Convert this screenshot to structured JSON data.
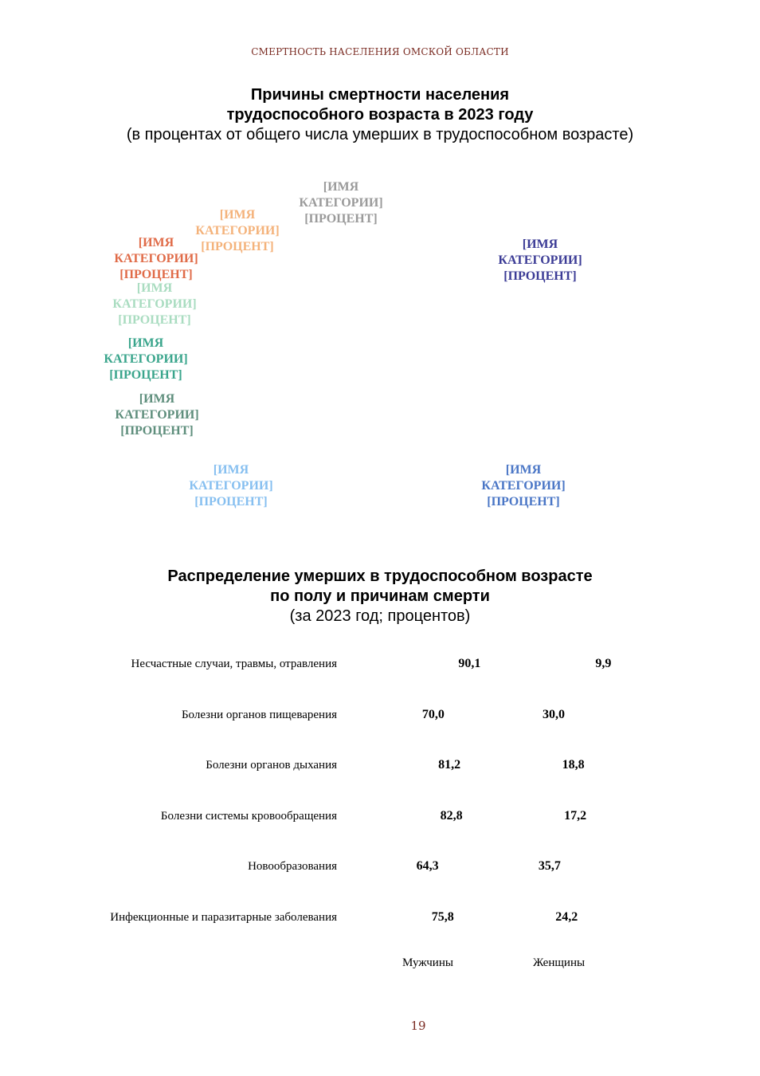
{
  "header": {
    "running_title": "СМЕРТНОСТЬ НАСЕЛЕНИЯ ОМСКОЙ ОБЛАСТИ"
  },
  "chart_data": [
    {
      "type": "pie",
      "title": "Причины смертности населения трудоспособного возраста в 2023 году",
      "title_lines": [
        "Причины смертности населения",
        "трудоспособного возраста в 2023 году"
      ],
      "subtitle": "(в процентах от общего числа умерших в трудоспособном возрасте)",
      "labels": [
        {
          "text": "[ИМЯ\nКАТЕГОРИИ]\n[ПРОЦЕНТ]",
          "color": "#9a9a9a"
        },
        {
          "text": "[ИМЯ\nКАТЕГОРИИ]\n[ПРОЦЕНТ]",
          "color": "#f4b27a"
        },
        {
          "text": "[ИМЯ\nКАТЕГОРИИ]\n[ПРОЦЕНТ]",
          "color": "#e06b48"
        },
        {
          "text": "[ИМЯ\nКАТЕГОРИИ]\n[ПРОЦЕНТ]",
          "color": "#a9dcc0"
        },
        {
          "text": "[ИМЯ\nКАТЕГОРИИ]\n[ПРОЦЕНТ]",
          "color": "#3aa58c"
        },
        {
          "text": "[ИМЯ\nКАТЕГОРИИ]\n[ПРОЦЕНТ]",
          "color": "#5e8e7c"
        },
        {
          "text": "[ИМЯ\nКАТЕГОРИИ]\n[ПРОЦЕНТ]",
          "color": "#86bff0"
        },
        {
          "text": "[ИМЯ\nКАТЕГОРИИ]\n[ПРОЦЕНТ]",
          "color": "#4a76c6"
        },
        {
          "text": "[ИМЯ\nКАТЕГОРИИ]\n[ПРОЦЕНТ]",
          "color": "#3c3c96"
        }
      ]
    },
    {
      "type": "bar",
      "stacked": true,
      "horizontal": true,
      "title": "Распределение умерших в трудоспособном возрасте по полу и причинам смерти",
      "title_lines": [
        "Распределение умерших в трудоспособном возрасте",
        "по полу и причинам смерти"
      ],
      "subtitle": "(за 2023 год; процентов)",
      "categories": [
        "Несчастные случаи, травмы, отравления",
        "Болезни органов пищеварения",
        "Болезни органов дыхания",
        "Болезни системы кровообращения",
        "Новообразования",
        "Инфекционные и паразитарные заболевания"
      ],
      "series": [
        {
          "name": "Мужчины",
          "values": [
            90.1,
            70.0,
            81.2,
            82.8,
            64.3,
            75.8
          ],
          "display": [
            "90,1",
            "70,0",
            "81,2",
            "82,8",
            "64,3",
            "75,8"
          ]
        },
        {
          "name": "Женщины",
          "values": [
            9.9,
            30.0,
            18.8,
            17.2,
            35.7,
            24.2
          ],
          "display": [
            "9,9",
            "30,0",
            "18,8",
            "17,2",
            "35,7",
            "24,2"
          ]
        }
      ],
      "xlim": [
        0,
        100
      ]
    }
  ],
  "footer": {
    "page_number": "19"
  }
}
